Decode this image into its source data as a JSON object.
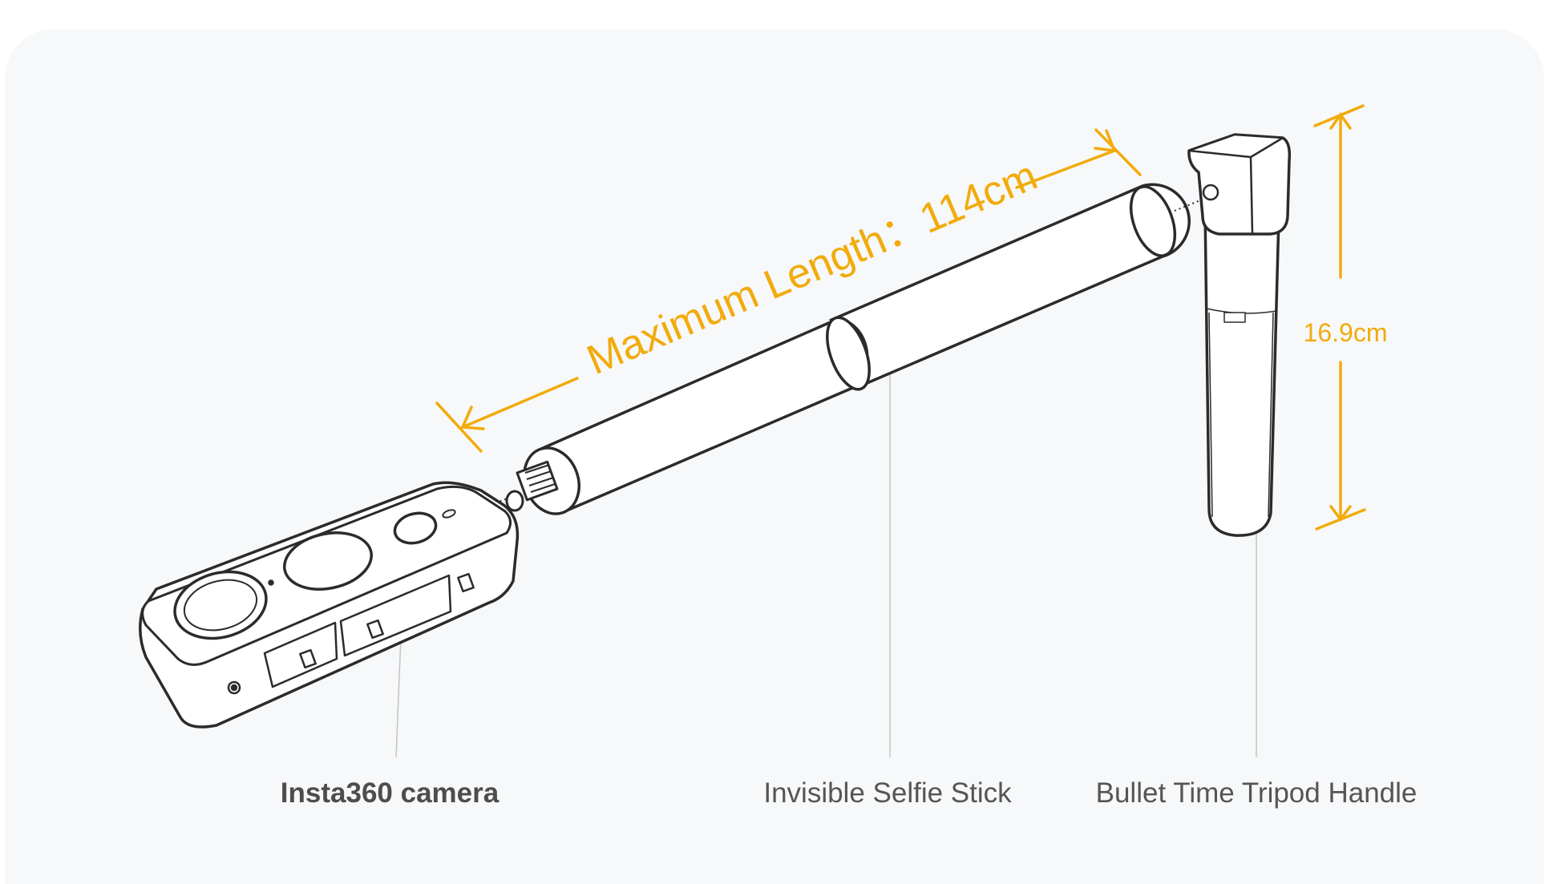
{
  "labels": {
    "camera": "Insta360 camera",
    "stick": "Invisible Selfie Stick",
    "handle": "Bullet Time Tripod Handle"
  },
  "dimensions": {
    "max_length": "Maximum Length：114cm",
    "handle_height": "16.9cm"
  },
  "colors": {
    "background": "#f7f8f9",
    "accent": "#f2ab0b",
    "line_art": "#2b2b2b",
    "leader_line": "#bdbdbd"
  }
}
